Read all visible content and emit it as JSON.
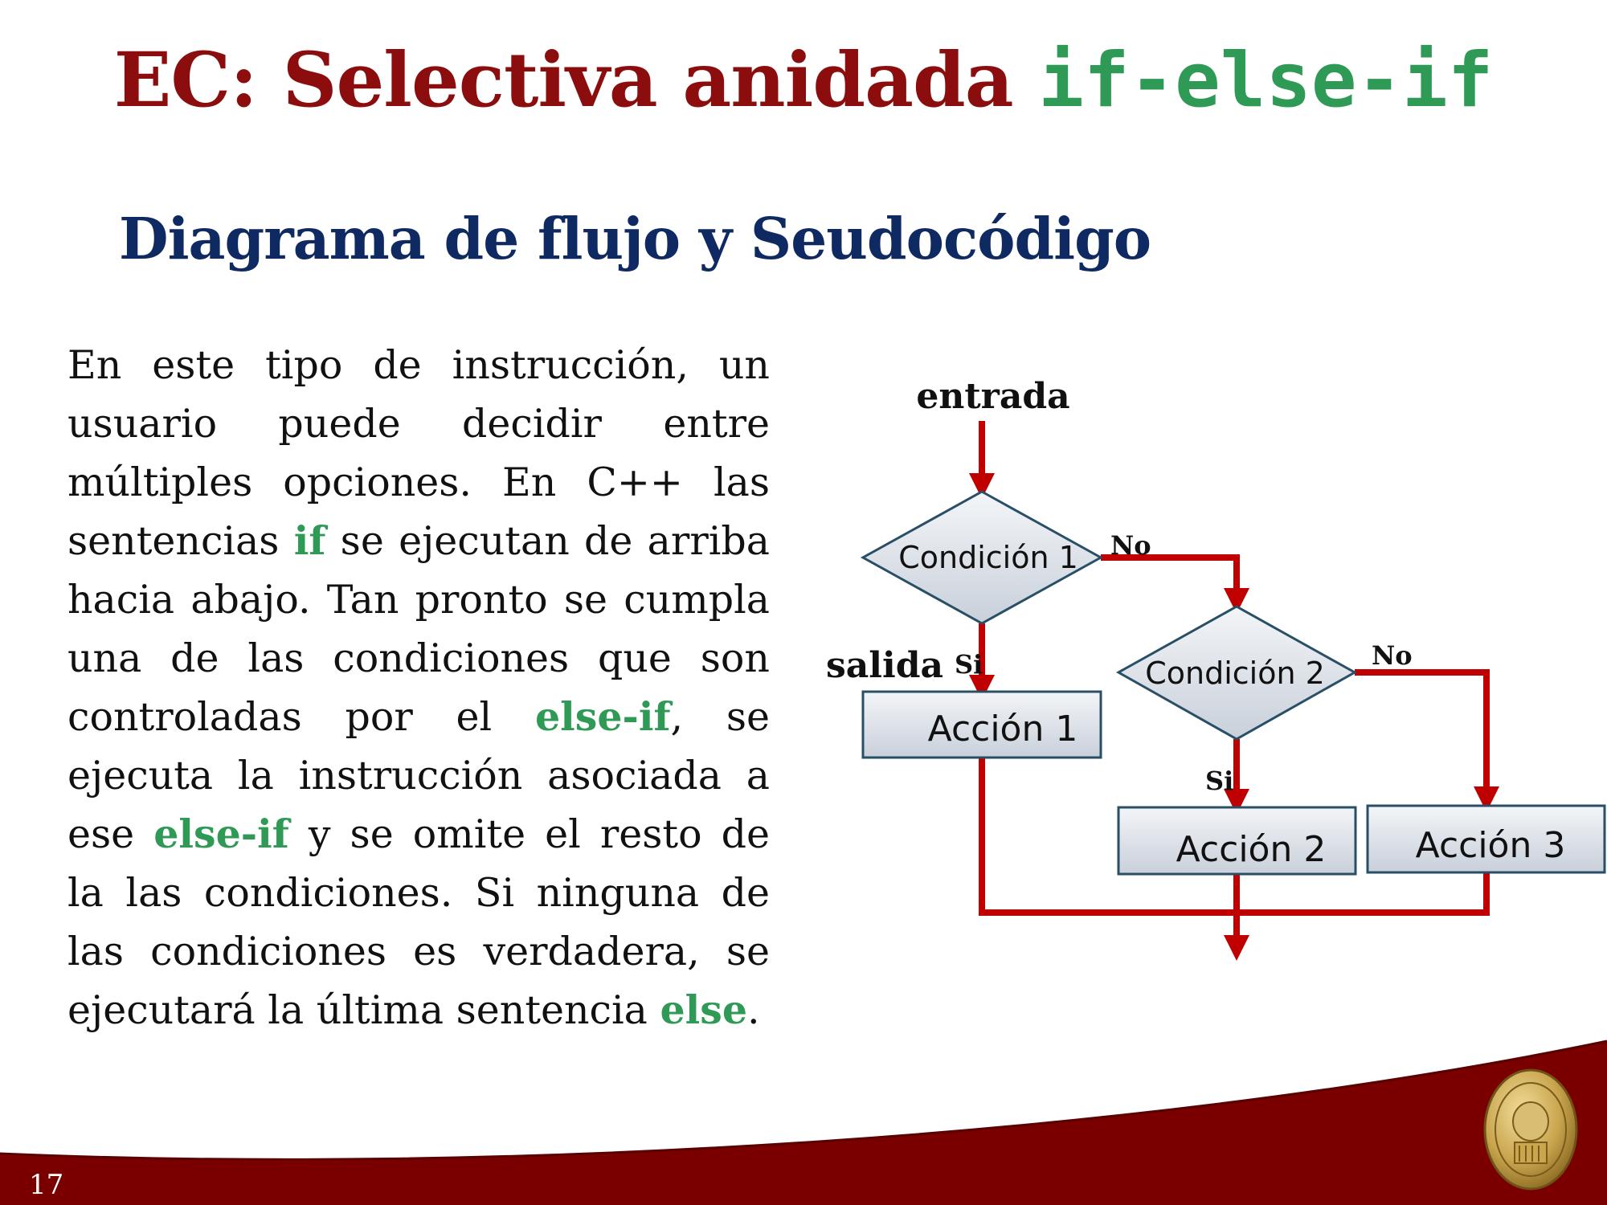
{
  "slide": {
    "title_text": "EC: Selectiva anidada ",
    "title_code": "if-else-if",
    "subtitle": "Diagrama de flujo y Seudocódigo",
    "page_number": "17"
  },
  "body": {
    "t1": "En este tipo de instrucción, un usuario puede decidir entre múltiples opciones. En C++ las sentencias ",
    "k1": "if",
    "t2": " se ejecutan de arriba hacia abajo. Tan pronto se cumpla una de las condiciones que son controladas por el ",
    "k2": "else-if",
    "t3": ", se ejecuta la instrucción asociada a ese ",
    "k3": "else-if",
    "t4": " y se omite el resto de la las condiciones. Si ninguna de las condiciones es verdadera, se ejecutará la última sentencia ",
    "k4": "else",
    "t5": "."
  },
  "diagram": {
    "entry_label": "entrada",
    "exit_label": "salida",
    "condition1": "Condición 1",
    "condition2": "Condición 2",
    "action1": "Acción 1",
    "action2": "Acción 2",
    "action3": "Acción 3",
    "no_label_1": "No",
    "no_label_2": "No",
    "si_label_1": "Si",
    "si_label_2": "Si"
  },
  "colors": {
    "title": "#8b0d0d",
    "code": "#2e9a55",
    "subtitle": "#0f2a63",
    "arrow": "#c00000",
    "footer": "#7a0000"
  }
}
